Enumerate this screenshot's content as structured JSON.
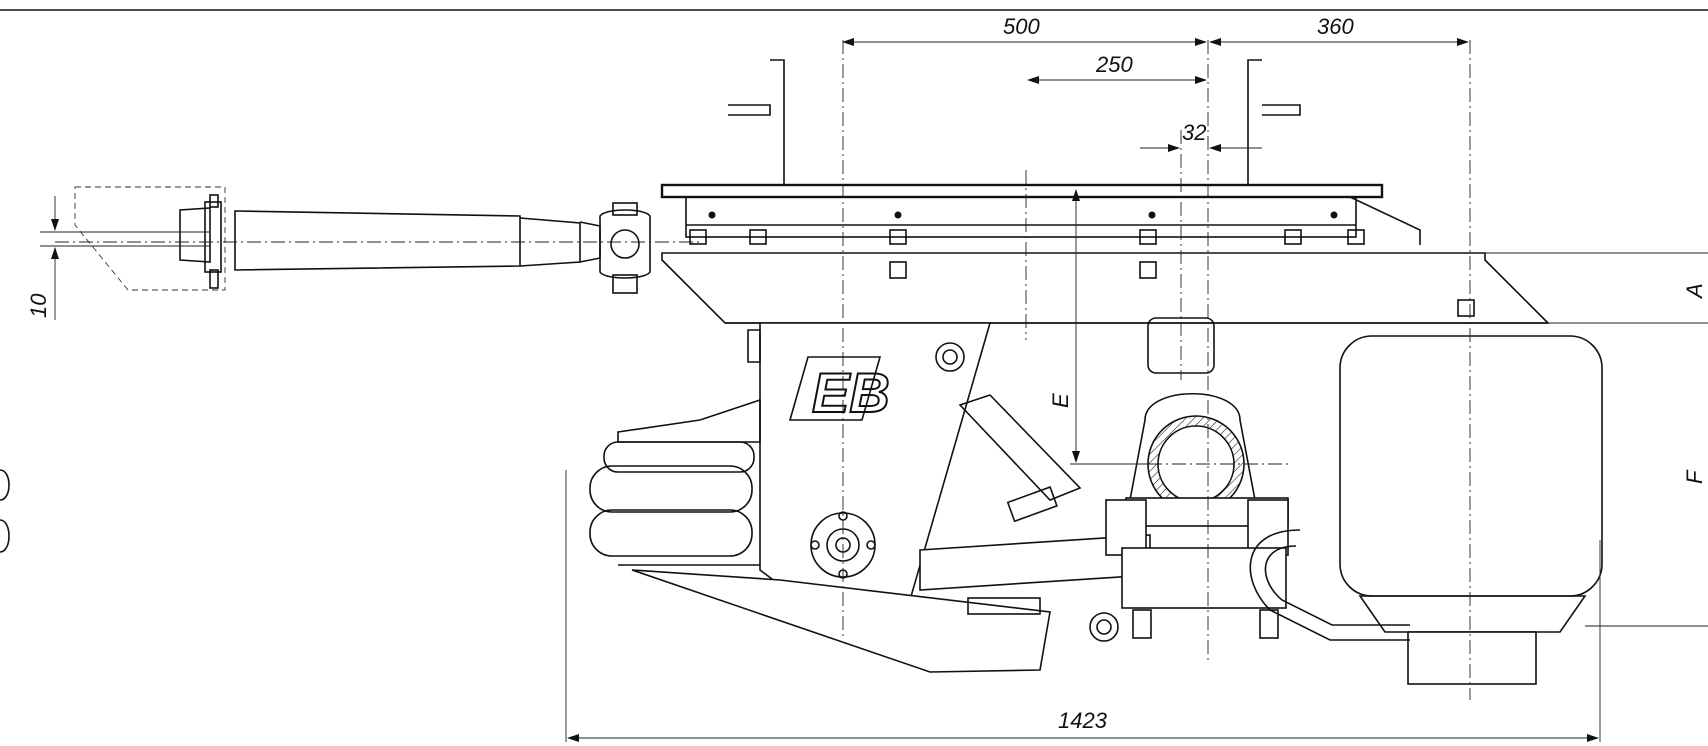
{
  "drawing": {
    "logo_text": "EB",
    "dimensions": {
      "d500": "500",
      "d360": "360",
      "d250": "250",
      "d32": "32",
      "d10": "10",
      "d1423": "1423",
      "label_a": "A",
      "label_e": "E",
      "label_f": "F"
    }
  }
}
